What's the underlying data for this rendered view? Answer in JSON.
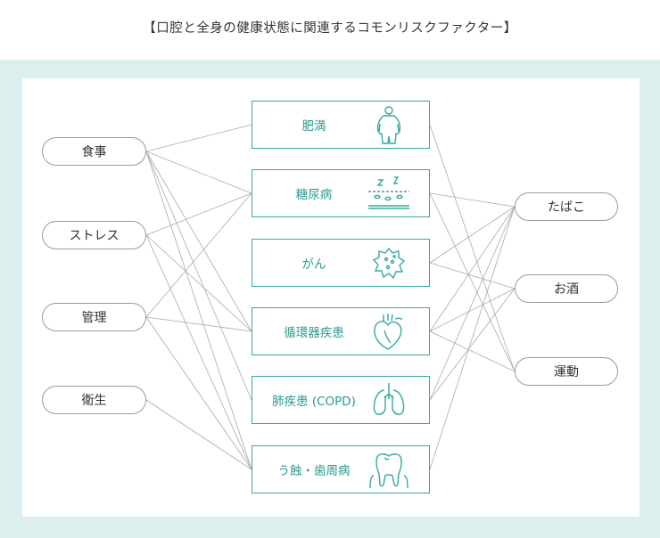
{
  "title": "【口腔と全身の健康状態に関連するコモンリスクファクター】",
  "colors": {
    "accent": "#35a99e",
    "background": "#ddeeee",
    "pill_border": "#9a9a9a",
    "line": "#aaaaaa"
  },
  "risk_factors_left": [
    {
      "label": "食事"
    },
    {
      "label": "ストレス"
    },
    {
      "label": "管理"
    },
    {
      "label": "衛生"
    }
  ],
  "conditions": [
    {
      "label": "肥満",
      "icon": "obese-person-icon"
    },
    {
      "label": "糖尿病",
      "icon": "blood-sugar-icon"
    },
    {
      "label": "がん",
      "icon": "cancer-cell-icon"
    },
    {
      "label": "循環器疾患",
      "icon": "heart-icon"
    },
    {
      "label": "肺疾患 (COPD)",
      "icon": "lungs-icon"
    },
    {
      "label": "う蝕・歯周病",
      "icon": "tooth-icon"
    }
  ],
  "risk_factors_right": [
    {
      "label": "たばこ"
    },
    {
      "label": "お酒"
    },
    {
      "label": "運動"
    }
  ]
}
